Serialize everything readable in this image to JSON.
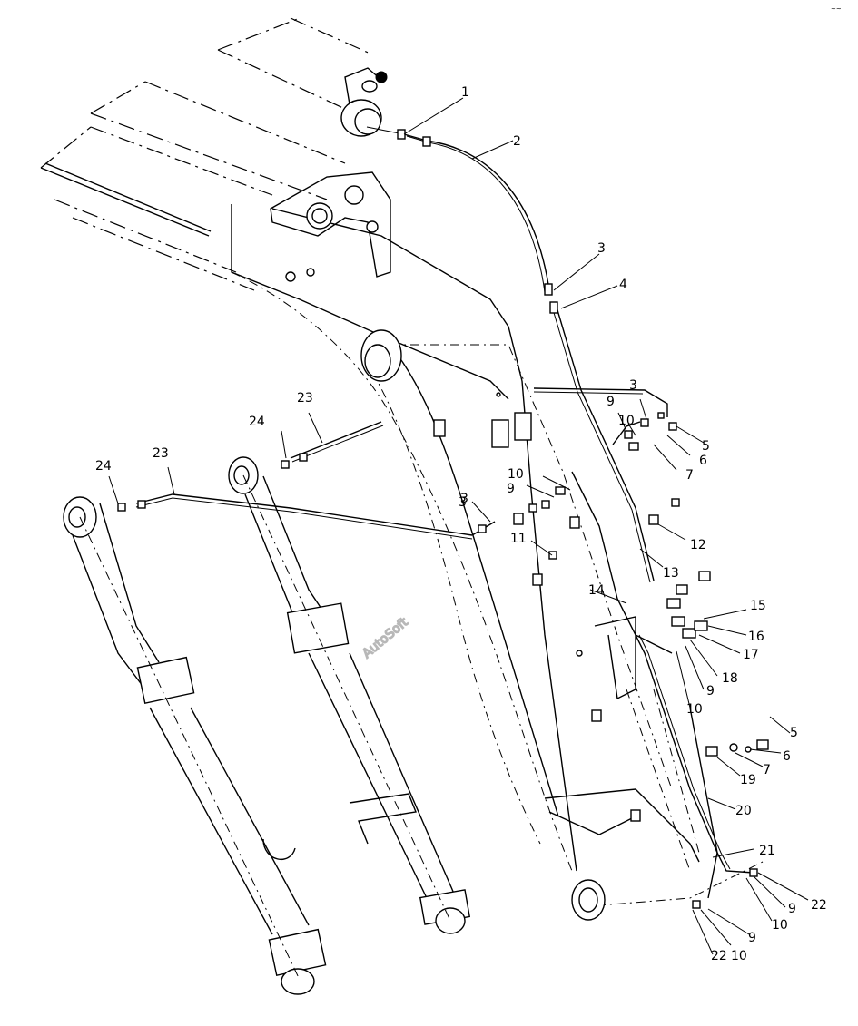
{
  "watermark": "AutoSoft",
  "callouts": [
    {
      "label": "1"
    },
    {
      "label": "2"
    },
    {
      "label": "3"
    },
    {
      "label": "3"
    },
    {
      "label": "4"
    },
    {
      "label": "3"
    },
    {
      "label": "5"
    },
    {
      "label": "6"
    },
    {
      "label": "7"
    },
    {
      "label": "9"
    },
    {
      "label": "10"
    },
    {
      "label": "10"
    },
    {
      "label": "9"
    },
    {
      "label": "3"
    },
    {
      "label": "11"
    },
    {
      "label": "12"
    },
    {
      "label": "13"
    },
    {
      "label": "14"
    },
    {
      "label": "15"
    },
    {
      "label": "16"
    },
    {
      "label": "17"
    },
    {
      "label": "18"
    },
    {
      "label": "9"
    },
    {
      "label": "10"
    },
    {
      "label": "5"
    },
    {
      "label": "6"
    },
    {
      "label": "7"
    },
    {
      "label": "19"
    },
    {
      "label": "20"
    },
    {
      "label": "21"
    },
    {
      "label": "22"
    },
    {
      "label": "9"
    },
    {
      "label": "10"
    },
    {
      "label": "9"
    },
    {
      "label": "10"
    },
    {
      "label": "22"
    },
    {
      "label": "23"
    },
    {
      "label": "24"
    },
    {
      "label": "23"
    },
    {
      "label": "24"
    }
  ]
}
